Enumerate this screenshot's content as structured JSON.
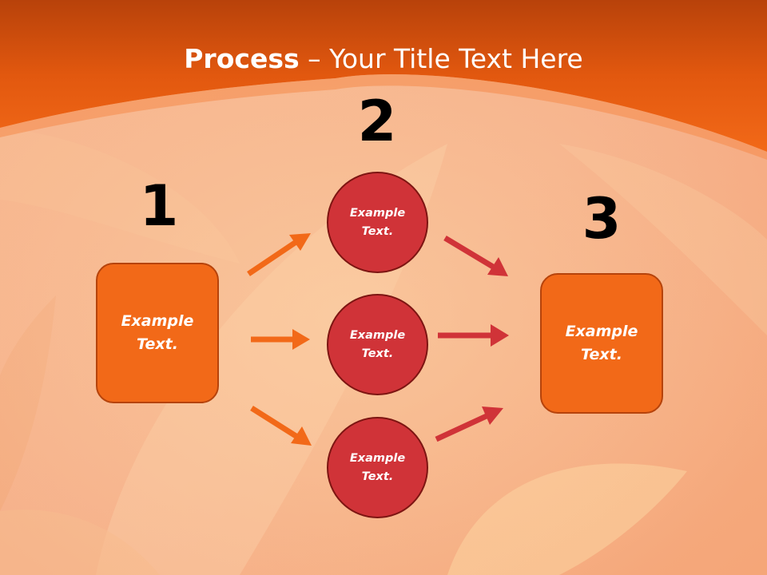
{
  "title": {
    "bold": "Process",
    "rest": " – Your Title Text Here"
  },
  "steps": [
    {
      "number": "1",
      "text_line1": "Example",
      "text_line2": "Text."
    },
    {
      "number": "2"
    },
    {
      "number": "3",
      "text_line1": "Example",
      "text_line2": "Text."
    }
  ],
  "circles": [
    {
      "text_line1": "Example",
      "text_line2": "Text."
    },
    {
      "text_line1": "Example",
      "text_line2": "Text."
    },
    {
      "text_line1": "Example",
      "text_line2": "Text."
    }
  ],
  "colors": {
    "header_orange": "#f26918",
    "box_orange": "#f26918",
    "circle_red": "#d03338",
    "arrow_orange": "#f26918",
    "arrow_red": "#d03338"
  }
}
